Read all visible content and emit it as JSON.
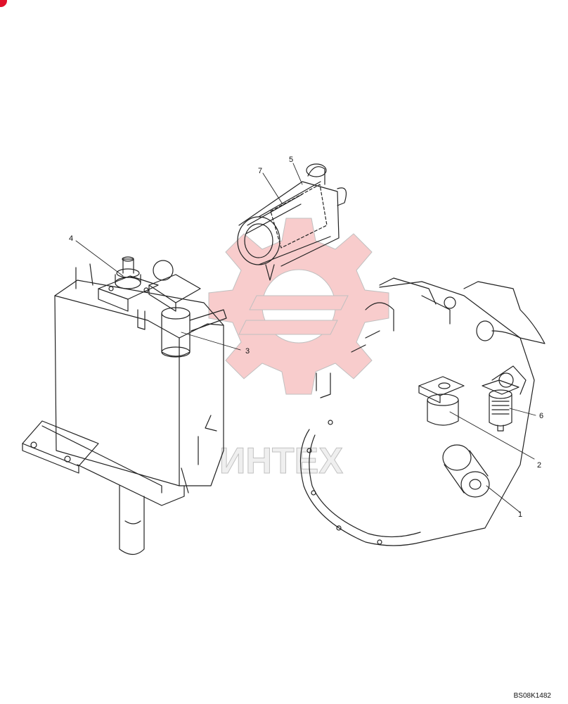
{
  "diagram": {
    "callouts": [
      {
        "id": "1",
        "label": "1"
      },
      {
        "id": "2",
        "label": "2"
      },
      {
        "id": "3",
        "label": "3"
      },
      {
        "id": "4",
        "label": "4"
      },
      {
        "id": "5",
        "label": "5"
      },
      {
        "id": "6",
        "label": "6"
      },
      {
        "id": "7",
        "label": "7"
      }
    ],
    "drawing_code": "BS08K1482",
    "watermark_text": "ИНТЕХ"
  },
  "colors": {
    "line": "#222222",
    "watermark": "#e84c4c",
    "corner_marker": "#e0102a"
  }
}
